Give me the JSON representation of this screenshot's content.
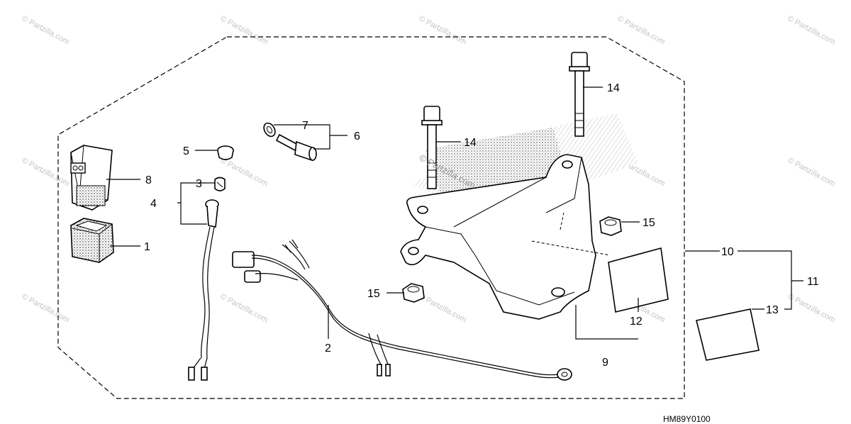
{
  "diagram_code": "HM89Y0100",
  "watermark_text": "© Partzilla.com",
  "callouts": {
    "c1": "1",
    "c2": "2",
    "c3": "3",
    "c4": "4",
    "c5": "5",
    "c6": "6",
    "c7": "7",
    "c8": "8",
    "c9": "9",
    "c10": "10",
    "c11": "11",
    "c12": "12",
    "c13": "13",
    "c14a": "14",
    "c14b": "14",
    "c15a": "15",
    "c15b": "15"
  },
  "colors": {
    "line": "#000000",
    "watermark": "#c4c4c4",
    "shading": "#9a9a9a"
  }
}
